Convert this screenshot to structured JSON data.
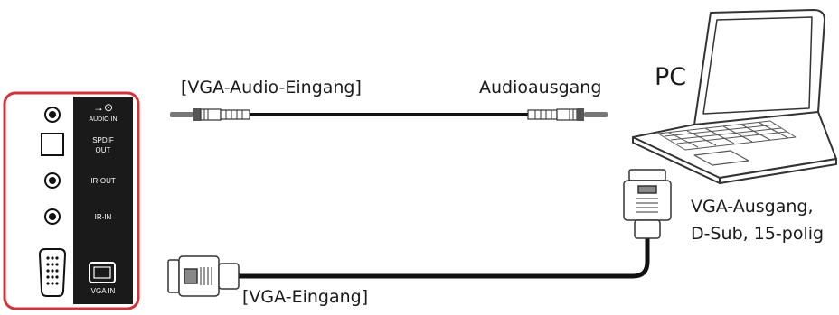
{
  "labels": {
    "vga_audio_in": "[VGA-Audio-Eingang]",
    "audio_out": "Audioausgang",
    "pc": "PC",
    "vga_out_line1": "VGA-Ausgang,",
    "vga_out_line2": "D-Sub, 15-polig",
    "vga_in": "[VGA-Eingang]"
  },
  "panel": {
    "audio_in": "AUDIO IN",
    "spdif_line1": "SPDIF",
    "spdif_line2": "OUT",
    "ir_out": "IR-OUT",
    "ir_in": "IR-IN",
    "vga_in": "VGA IN"
  },
  "icons": {
    "audio_in_symbol": "→⊙"
  },
  "colors": {
    "panel_border": "#d0343a",
    "panel_dark": "#1a1a1a",
    "cable": "#111111",
    "connector": "#555555"
  }
}
